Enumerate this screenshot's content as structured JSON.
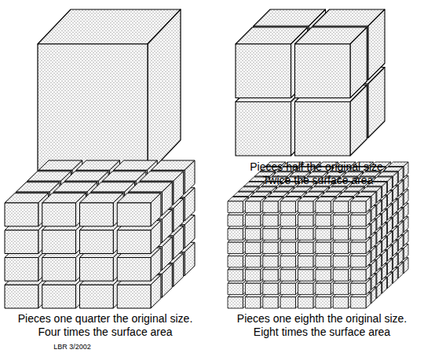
{
  "diagram": {
    "labels": [
      "Pieces half the original size.",
      "Twice the surface area",
      "Pieces one quarter the original size.",
      "Four times the surface area",
      "Pieces one eighth the original size.",
      "Eight times the surface area",
      "LBR 3/2002"
    ]
  }
}
